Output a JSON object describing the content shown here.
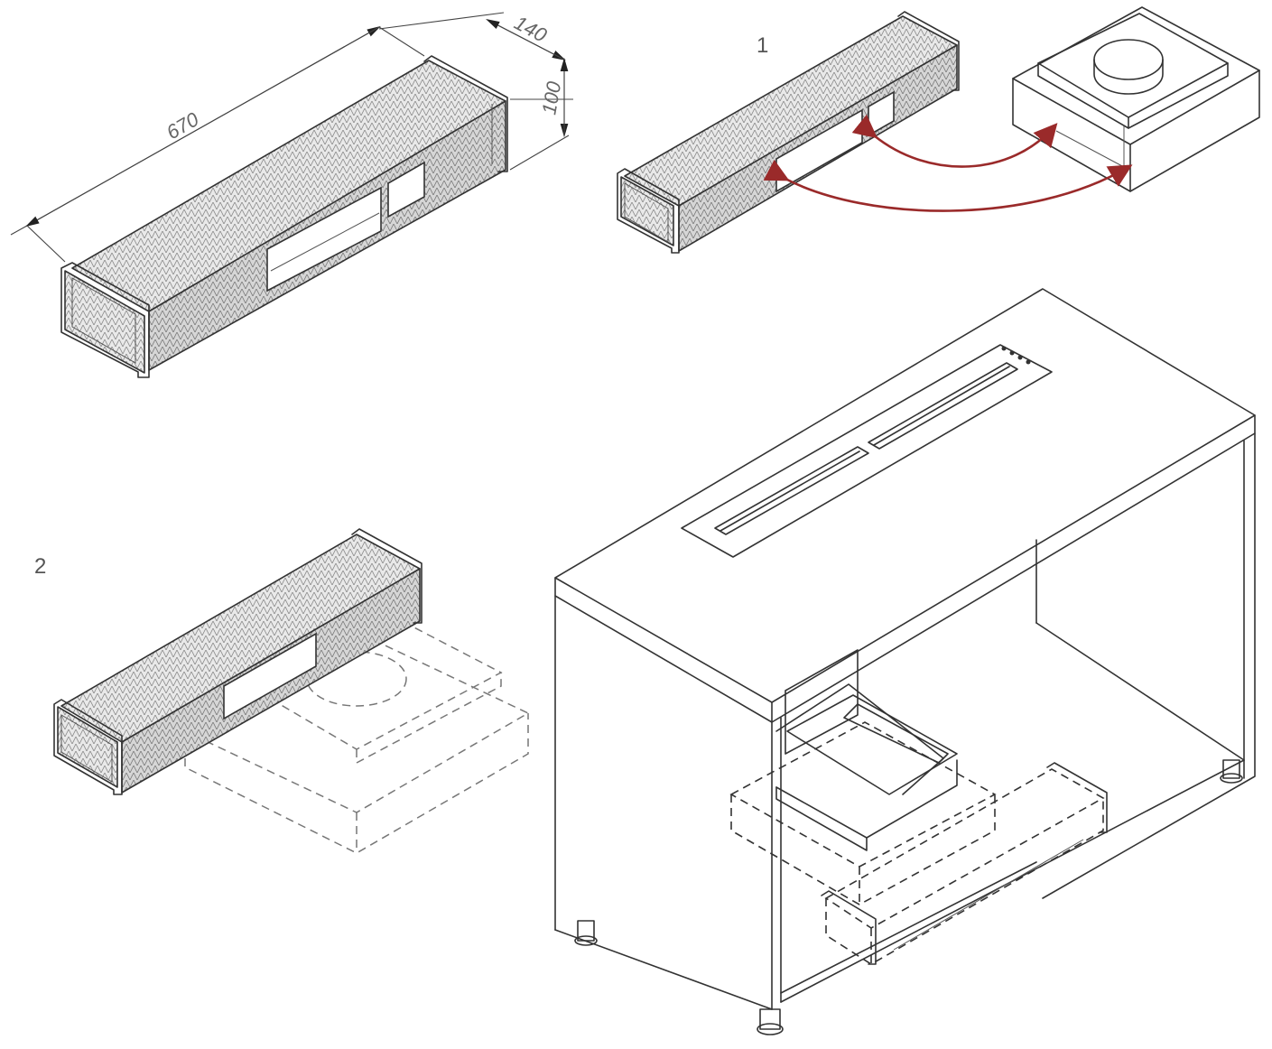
{
  "dimensions": {
    "length": "670",
    "width": "140",
    "height": "100"
  },
  "steps": {
    "step1": "1",
    "step2": "2"
  },
  "colors": {
    "line": "#333333",
    "dashed": "#777777",
    "arrow": "#9a2a2a"
  }
}
